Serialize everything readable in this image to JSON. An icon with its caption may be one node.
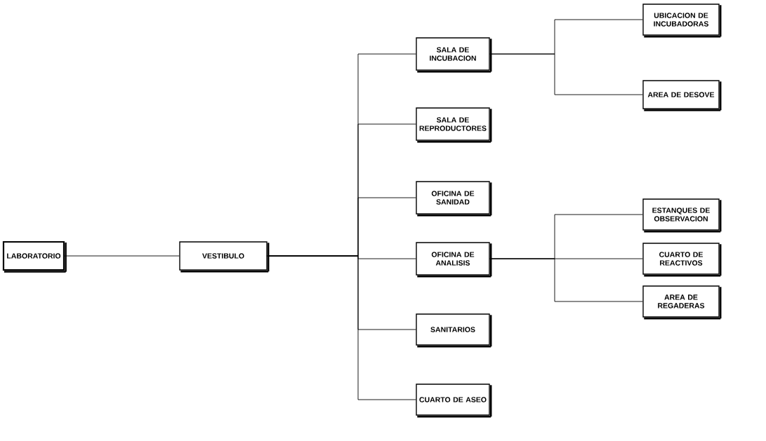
{
  "diagram": {
    "nodes": [
      {
        "text": [
          "LABORATORIO"
        ]
      },
      {
        "text": [
          "VESTIBULO"
        ]
      },
      {
        "text": [
          "SALA DE INCUBACION"
        ]
      },
      {
        "text": [
          "SALA DE REPRODUCTORES"
        ]
      },
      {
        "text": [
          "OFICINA DE SANIDAD"
        ]
      },
      {
        "text": [
          "OFICINA DE ANALISIS"
        ]
      },
      {
        "text": [
          "SANITARIOS"
        ]
      },
      {
        "text": [
          "CUARTO DE ASEO"
        ]
      },
      {
        "text": [
          "UBICACION DE INCUBADORAS"
        ]
      },
      {
        "text": [
          "AREA DE DESOVE"
        ]
      },
      {
        "text": [
          "ESTANQUES DE OBSERVACION"
        ]
      },
      {
        "text": [
          "CUARTO DE REACTIVOS"
        ]
      },
      {
        "text": [
          "AREA DE REGADERAS"
        ]
      }
    ],
    "edges": [
      {
        "from": 0,
        "to": 1,
        "arrow": "none"
      },
      {
        "from": 1,
        "to": 2,
        "arrow": "none"
      },
      {
        "from": 1,
        "to": 3,
        "arrow": "none"
      },
      {
        "from": 1,
        "to": 4,
        "arrow": "none"
      },
      {
        "from": 1,
        "to": 5,
        "arrow": "none"
      },
      {
        "from": 1,
        "to": 6,
        "arrow": "none"
      },
      {
        "from": 1,
        "to": 7,
        "arrow": "none"
      },
      {
        "from": 2,
        "to": 8,
        "arrow": "none"
      },
      {
        "from": 2,
        "to": 9,
        "arrow": "none"
      },
      {
        "from": 5,
        "to": 10,
        "arrow": "none"
      },
      {
        "from": 5,
        "to": 11,
        "arrow": "none"
      },
      {
        "from": 5,
        "to": 12,
        "arrow": "none"
      }
    ]
  }
}
